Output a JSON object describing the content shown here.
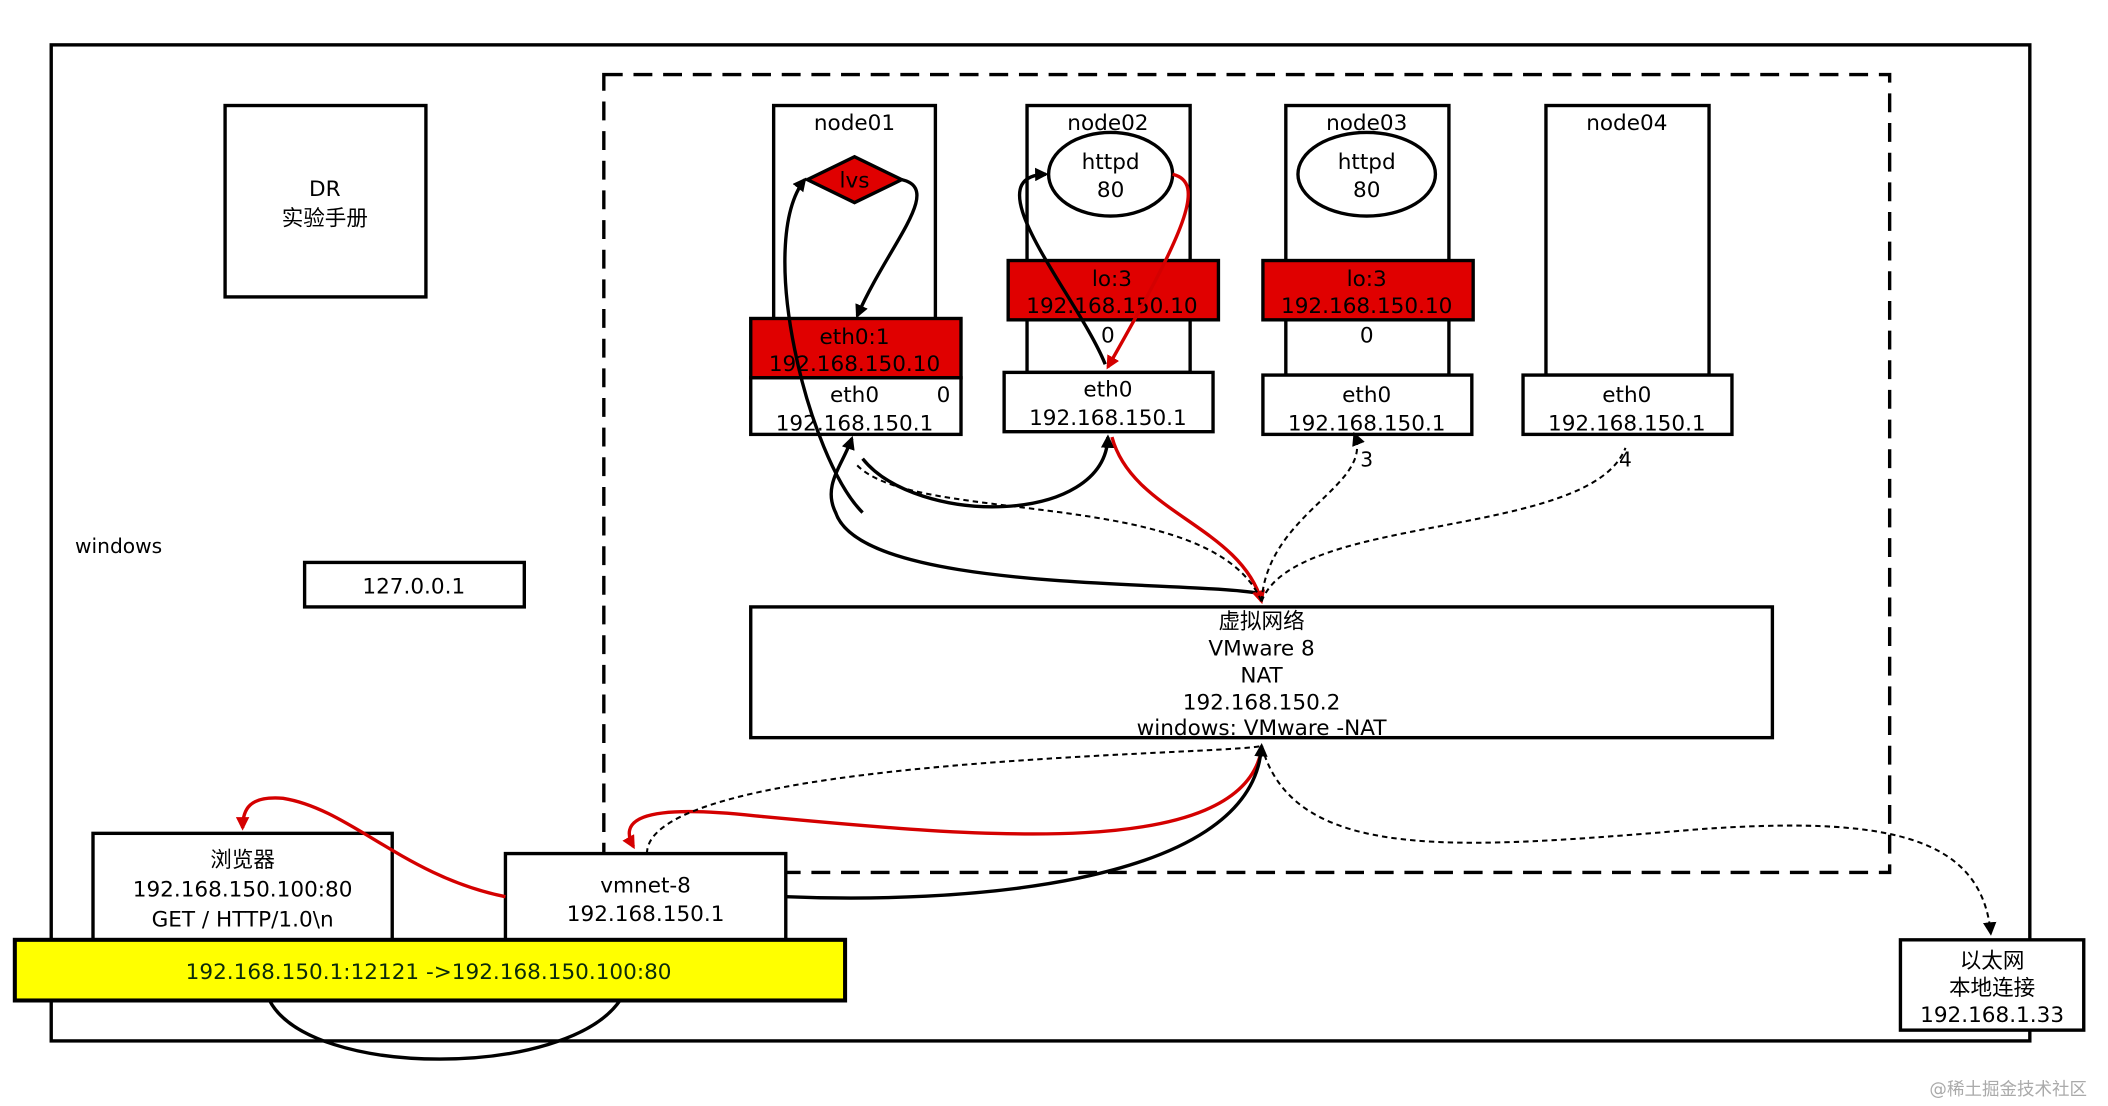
{
  "windows": {
    "label": "windows"
  },
  "dr_manual": {
    "line1": "DR",
    "line2": "实验手册"
  },
  "loopback": {
    "label": "127.0.0.1"
  },
  "nodes": [
    {
      "name": "node01",
      "service": "lvs",
      "vip_iface": "eth0:1",
      "vip": "192.168.150.10",
      "suffix": "0",
      "eth": "eth0",
      "ip": "192.168.150.1",
      "ip_suffix": ""
    },
    {
      "name": "node02",
      "service": "httpd",
      "port": "80",
      "vip_iface": "lo:3",
      "vip": "192.168.150.10",
      "suffix": "0",
      "eth": "eth0",
      "ip": "192.168.150.1",
      "ip_suffix": ""
    },
    {
      "name": "node03",
      "service": "httpd",
      "port": "80",
      "vip_iface": "lo:3",
      "vip": "192.168.150.10",
      "suffix": "0",
      "eth": "eth0",
      "ip": "192.168.150.1",
      "ip_suffix": "3"
    },
    {
      "name": "node04",
      "eth": "eth0",
      "ip": "192.168.150.1",
      "ip_suffix": "4"
    }
  ],
  "vmware": {
    "line1": "虚拟网络",
    "line2": "VMware 8",
    "line3": "NAT",
    "line4": "192.168.150.2",
    "line5": "windows: VMware -NAT"
  },
  "browser": {
    "line1": "浏览器",
    "line2": "192.168.150.100:80",
    "line3": "GET / HTTP/1.0\\n"
  },
  "vmnet": {
    "line1": "vmnet-8",
    "line2": "192.168.150.1"
  },
  "connection": {
    "label": "192.168.150.1:12121 ->192.168.150.100:80",
    "color": "#ffff00"
  },
  "ethernet": {
    "line1": "以太网",
    "line2": "本地连接",
    "line3": "192.168.1.33"
  },
  "watermark": "@稀土掘金技术社区",
  "colors": {
    "highlight": "#e00000",
    "request_path": "#d40000"
  }
}
